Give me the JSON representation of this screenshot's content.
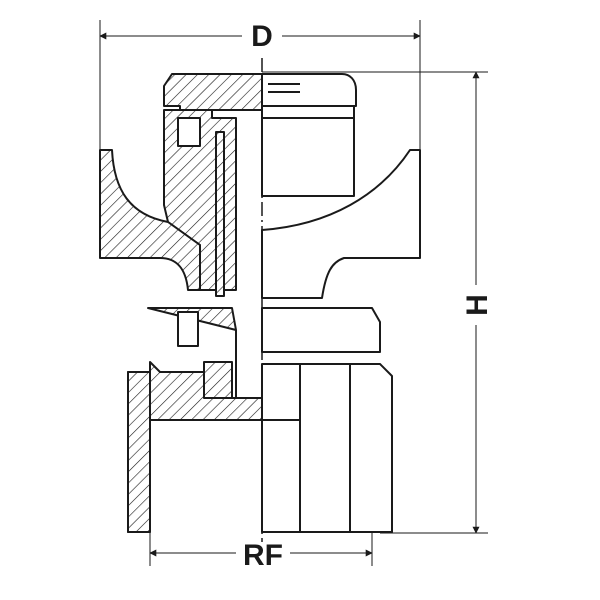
{
  "dimensions": {
    "top": "D",
    "right": "H",
    "bottom": "RF"
  }
}
